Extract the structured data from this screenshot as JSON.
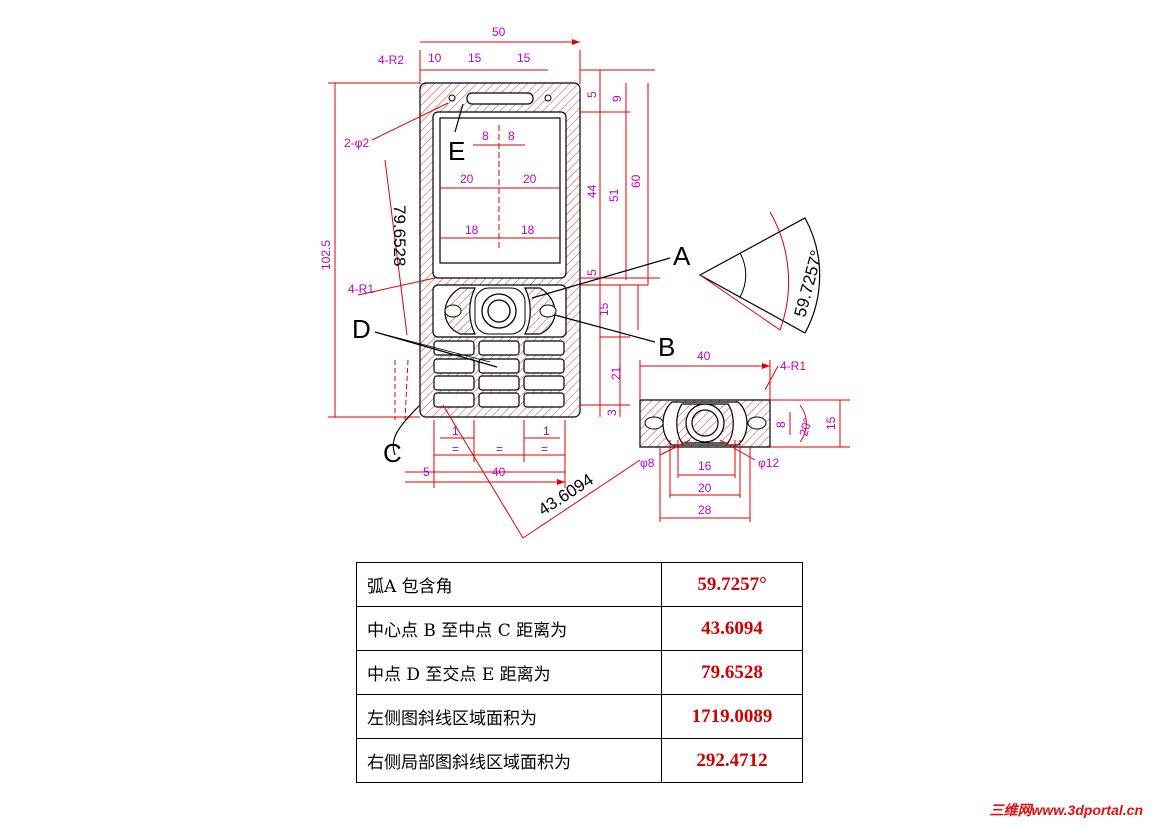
{
  "drawing": {
    "dims": {
      "overall_width": "50",
      "top_10": "10",
      "top_15a": "15",
      "top_15b": "15",
      "corner_r2": "4-R2",
      "holes": "2-φ2",
      "label_e": "E",
      "screen_8a": "8",
      "screen_8b": "8",
      "screen_20a": "20",
      "screen_20b": "20",
      "screen_18a": "18",
      "screen_18b": "18",
      "height_1025": "102.5",
      "diag_79": "79.6528",
      "corner_r1": "4-R1",
      "label_d": "D",
      "label_c": "C",
      "label_a": "A",
      "label_b": "B",
      "right_5": "5",
      "right_9": "9",
      "right_44": "44",
      "right_51": "51",
      "right_60": "60",
      "right_5b": "5",
      "right_15": "15",
      "right_21": "21",
      "right_3": "3",
      "bottom_1a": "1",
      "bottom_1b": "1",
      "bottom_eq1": "=",
      "bottom_eq2": "=",
      "bottom_eq3": "=",
      "bottom_5": "5",
      "bottom_40": "40",
      "diag_43": "43.6094",
      "arc_angle": "59.7257°",
      "detail_40": "40",
      "detail_r1": "4-R1",
      "detail_8": "8",
      "detail_20deg": "20°",
      "detail_15": "15",
      "detail_phi8": "φ8",
      "detail_16": "16",
      "detail_phi12": "φ12",
      "detail_20": "20",
      "detail_28": "28"
    }
  },
  "table": {
    "rows": [
      {
        "label": "弧A  包含角",
        "value": "59.7257°"
      },
      {
        "label": "中心点 B 至中点 C 距离为",
        "value": "43.6094"
      },
      {
        "label": "中点 D 至交点 E 距离为",
        "value": "79.6528"
      },
      {
        "label": "左侧图斜线区域面积为",
        "value": "1719.0089"
      },
      {
        "label": "右侧局部图斜线区域面积为",
        "value": "292.4712"
      }
    ]
  },
  "watermark": "三维网www.3dportal.cn"
}
